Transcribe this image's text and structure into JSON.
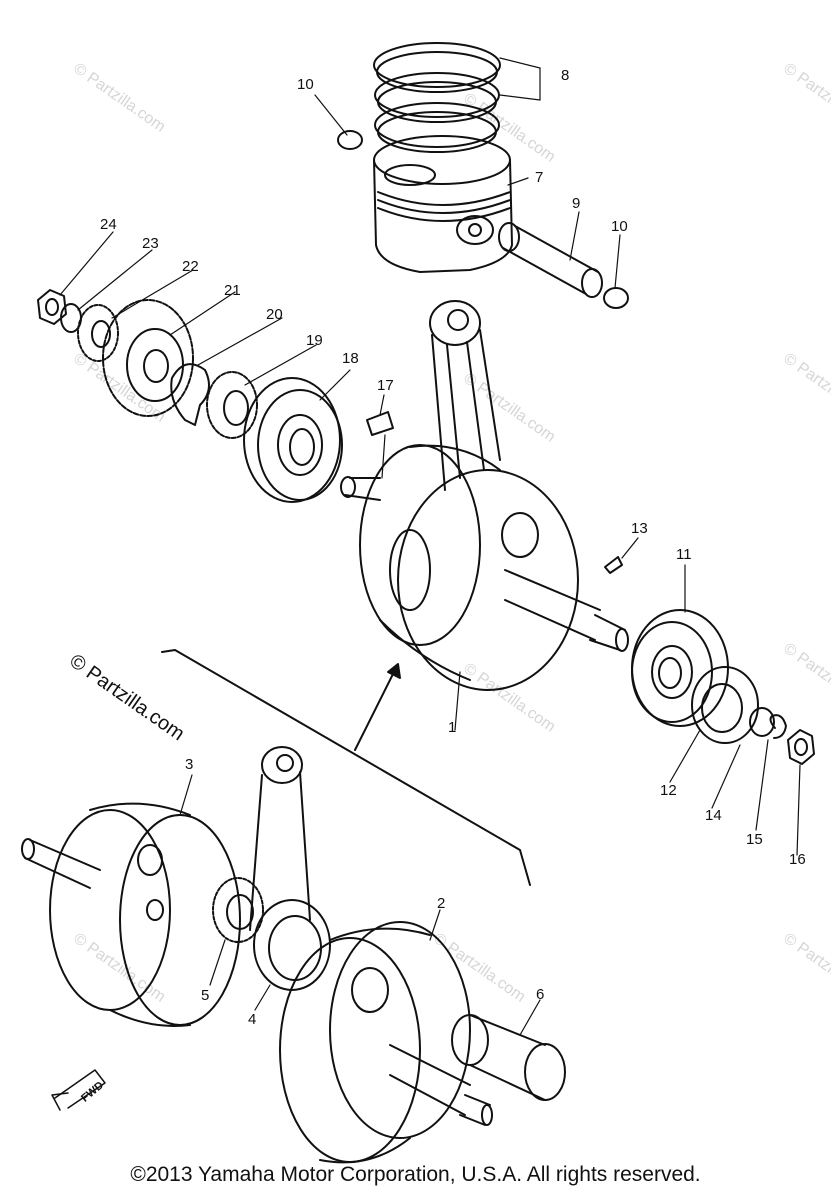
{
  "diagram": {
    "callouts": [
      "1",
      "2",
      "3",
      "4",
      "5",
      "6",
      "7",
      "8",
      "9",
      "10",
      "10",
      "11",
      "12",
      "13",
      "14",
      "15",
      "16",
      "17",
      "18",
      "19",
      "20",
      "21",
      "22",
      "23",
      "24"
    ],
    "watermark_main": "© Partzilla.com",
    "watermark_faint": "© Partzilla.com",
    "fwd_label": "FWD",
    "copyright": "©2013  Yamaha Motor Corporation, U.S.A. All rights reserved."
  }
}
